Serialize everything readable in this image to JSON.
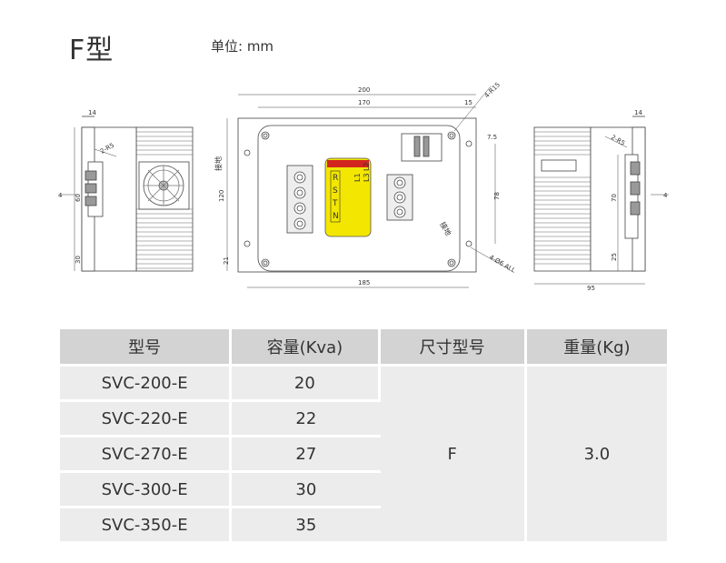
{
  "header": {
    "title": "F型",
    "unit_label": "单位:  mm"
  },
  "drawing": {
    "front": {
      "dim_total_width": "200",
      "dim_plate_width": "170",
      "dim_right_offset": "15",
      "dim_corner_radius": "4-R15",
      "dim_height": "120",
      "dim_bottom": "21",
      "dim_mount_width": "185",
      "dim_hole_spacing": "78",
      "dim_hole_top": "7.5",
      "dim_holes": "4-Ø6 ALL",
      "ground_left": "接地",
      "ground_right": "接地",
      "input_terminals": [
        "R",
        "S",
        "T",
        "N"
      ],
      "output_terminals": [
        "L1",
        "L2",
        "L3"
      ]
    },
    "left_side": {
      "dim_top": "14",
      "dim_radius": "2-R5",
      "dim_middle": "60",
      "dim_bottom": "30",
      "dim_left": "4"
    },
    "right_side": {
      "dim_top": "14",
      "dim_radius": "2-R5",
      "dim_middle": "70",
      "dim_bottom": "25",
      "dim_right": "4",
      "dim_width": "95"
    }
  },
  "table": {
    "headers": [
      "型号",
      "容量(Kva)",
      "尺寸型号",
      "重量(Kg)"
    ],
    "rows": [
      {
        "model": "SVC-200-E",
        "capacity": "20"
      },
      {
        "model": "SVC-220-E",
        "capacity": "22"
      },
      {
        "model": "SVC-270-E",
        "capacity": "27"
      },
      {
        "model": "SVC-300-E",
        "capacity": "30"
      },
      {
        "model": "SVC-350-E",
        "capacity": "35"
      }
    ],
    "size_model": "F",
    "weight": "3.0"
  },
  "colors": {
    "header_bg": "#d3d3d4",
    "cell_bg": "#ececec",
    "label_yellow": "#f3e600",
    "label_red": "#d2251f"
  }
}
